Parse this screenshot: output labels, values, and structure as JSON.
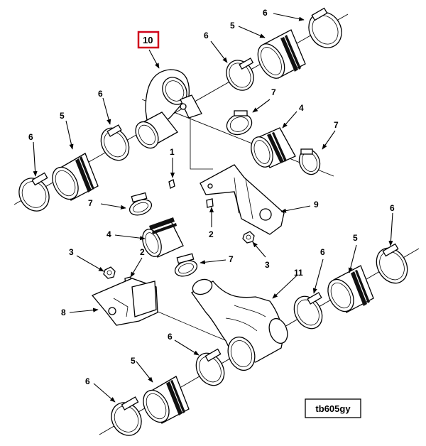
{
  "highlighted_callout": "10",
  "highlight_color": "#d0021b",
  "figure_code": "tb605gy",
  "callouts": {
    "c6_top": "6",
    "c5_top": "5",
    "c6_mid_top": "6",
    "c10": "10",
    "c6_left_up": "6",
    "c7_upper_right": "7",
    "c4_upper_right": "4",
    "c7_far_right": "7",
    "c5_left": "5",
    "c6_far_left": "6",
    "c1": "1",
    "c9": "9",
    "c7_left_mid": "7",
    "c2_right": "2",
    "c4_mid": "4",
    "c3_right": "3",
    "c3_left": "3",
    "c2_left": "2",
    "c7_center": "7",
    "c6_right_low": "6",
    "c5_right_low": "5",
    "c6_right_far": "6",
    "c11": "11",
    "c8": "8",
    "c6_bottom_mid": "6",
    "c5_bottom": "5",
    "c6_bottom_left": "6"
  }
}
